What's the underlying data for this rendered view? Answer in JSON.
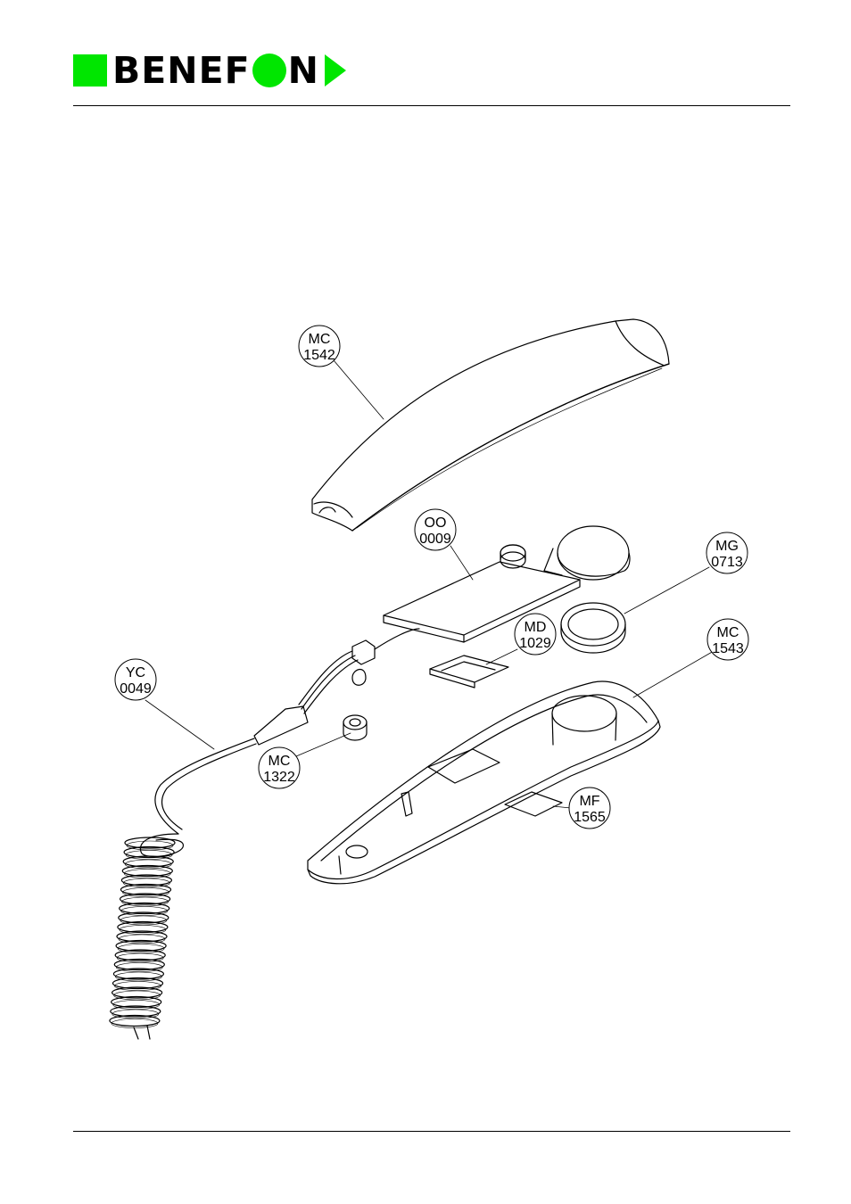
{
  "brand": {
    "name_part1": "BENEF",
    "name_part2": "N",
    "accent_color": "#00e600"
  },
  "parts": [
    {
      "code": "MC",
      "number": "1542"
    },
    {
      "code": "OO",
      "number": "0009"
    },
    {
      "code": "MG",
      "number": "0713"
    },
    {
      "code": "MD",
      "number": "1029"
    },
    {
      "code": "MC",
      "number": "1543"
    },
    {
      "code": "YC",
      "number": "0049"
    },
    {
      "code": "MC",
      "number": "1322"
    },
    {
      "code": "MF",
      "number": "1565"
    }
  ]
}
